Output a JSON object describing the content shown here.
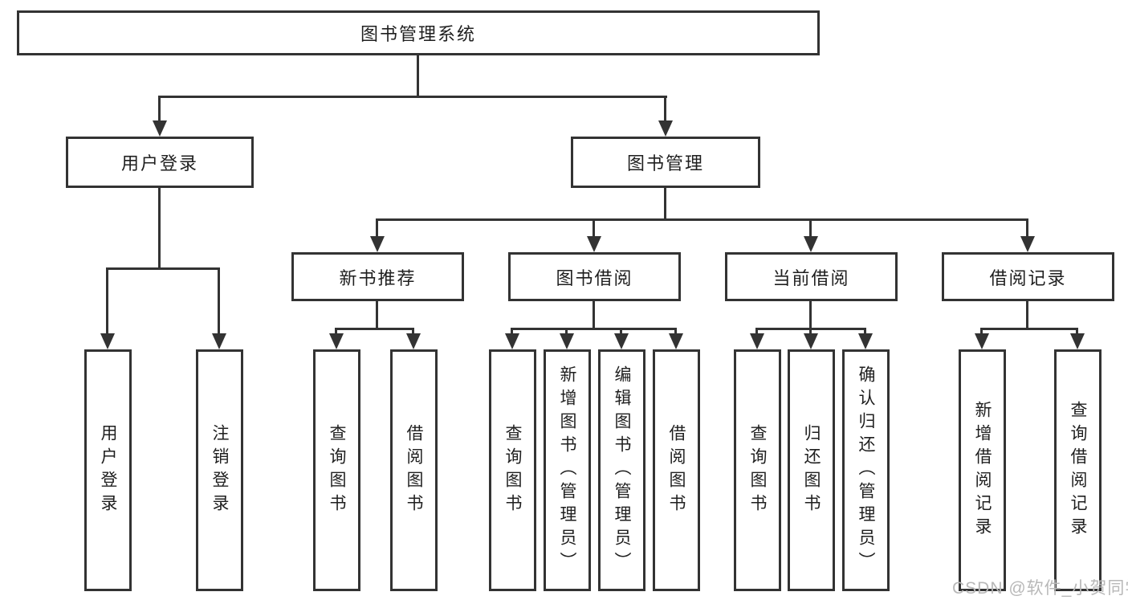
{
  "tree": {
    "label": "图书管理系统",
    "children": [
      {
        "label": "用户登录",
        "children": [
          {
            "label": "用户登录"
          },
          {
            "label": "注销登录"
          }
        ]
      },
      {
        "label": "图书管理",
        "children": [
          {
            "label": "新书推荐",
            "children": [
              {
                "label": "查询图书"
              },
              {
                "label": "借阅图书"
              }
            ]
          },
          {
            "label": "图书借阅",
            "children": [
              {
                "label": "查询图书"
              },
              {
                "label": "新增图书（管理员）"
              },
              {
                "label": "编辑图书（管理员）"
              },
              {
                "label": "借阅图书"
              }
            ]
          },
          {
            "label": "当前借阅",
            "children": [
              {
                "label": "查询图书"
              },
              {
                "label": "归还图书"
              },
              {
                "label": "确认归还（管理员）"
              }
            ]
          },
          {
            "label": "借阅记录",
            "children": [
              {
                "label": "新增借阅记录"
              },
              {
                "label": "查询借阅记录"
              }
            ]
          }
        ]
      }
    ]
  },
  "watermark": {
    "text": "CSDN @软件_小贺同学"
  },
  "colors": {
    "line": "#333333",
    "text": "#1f1f1f",
    "background": "#ffffff",
    "watermark": "#b8b8b8"
  }
}
